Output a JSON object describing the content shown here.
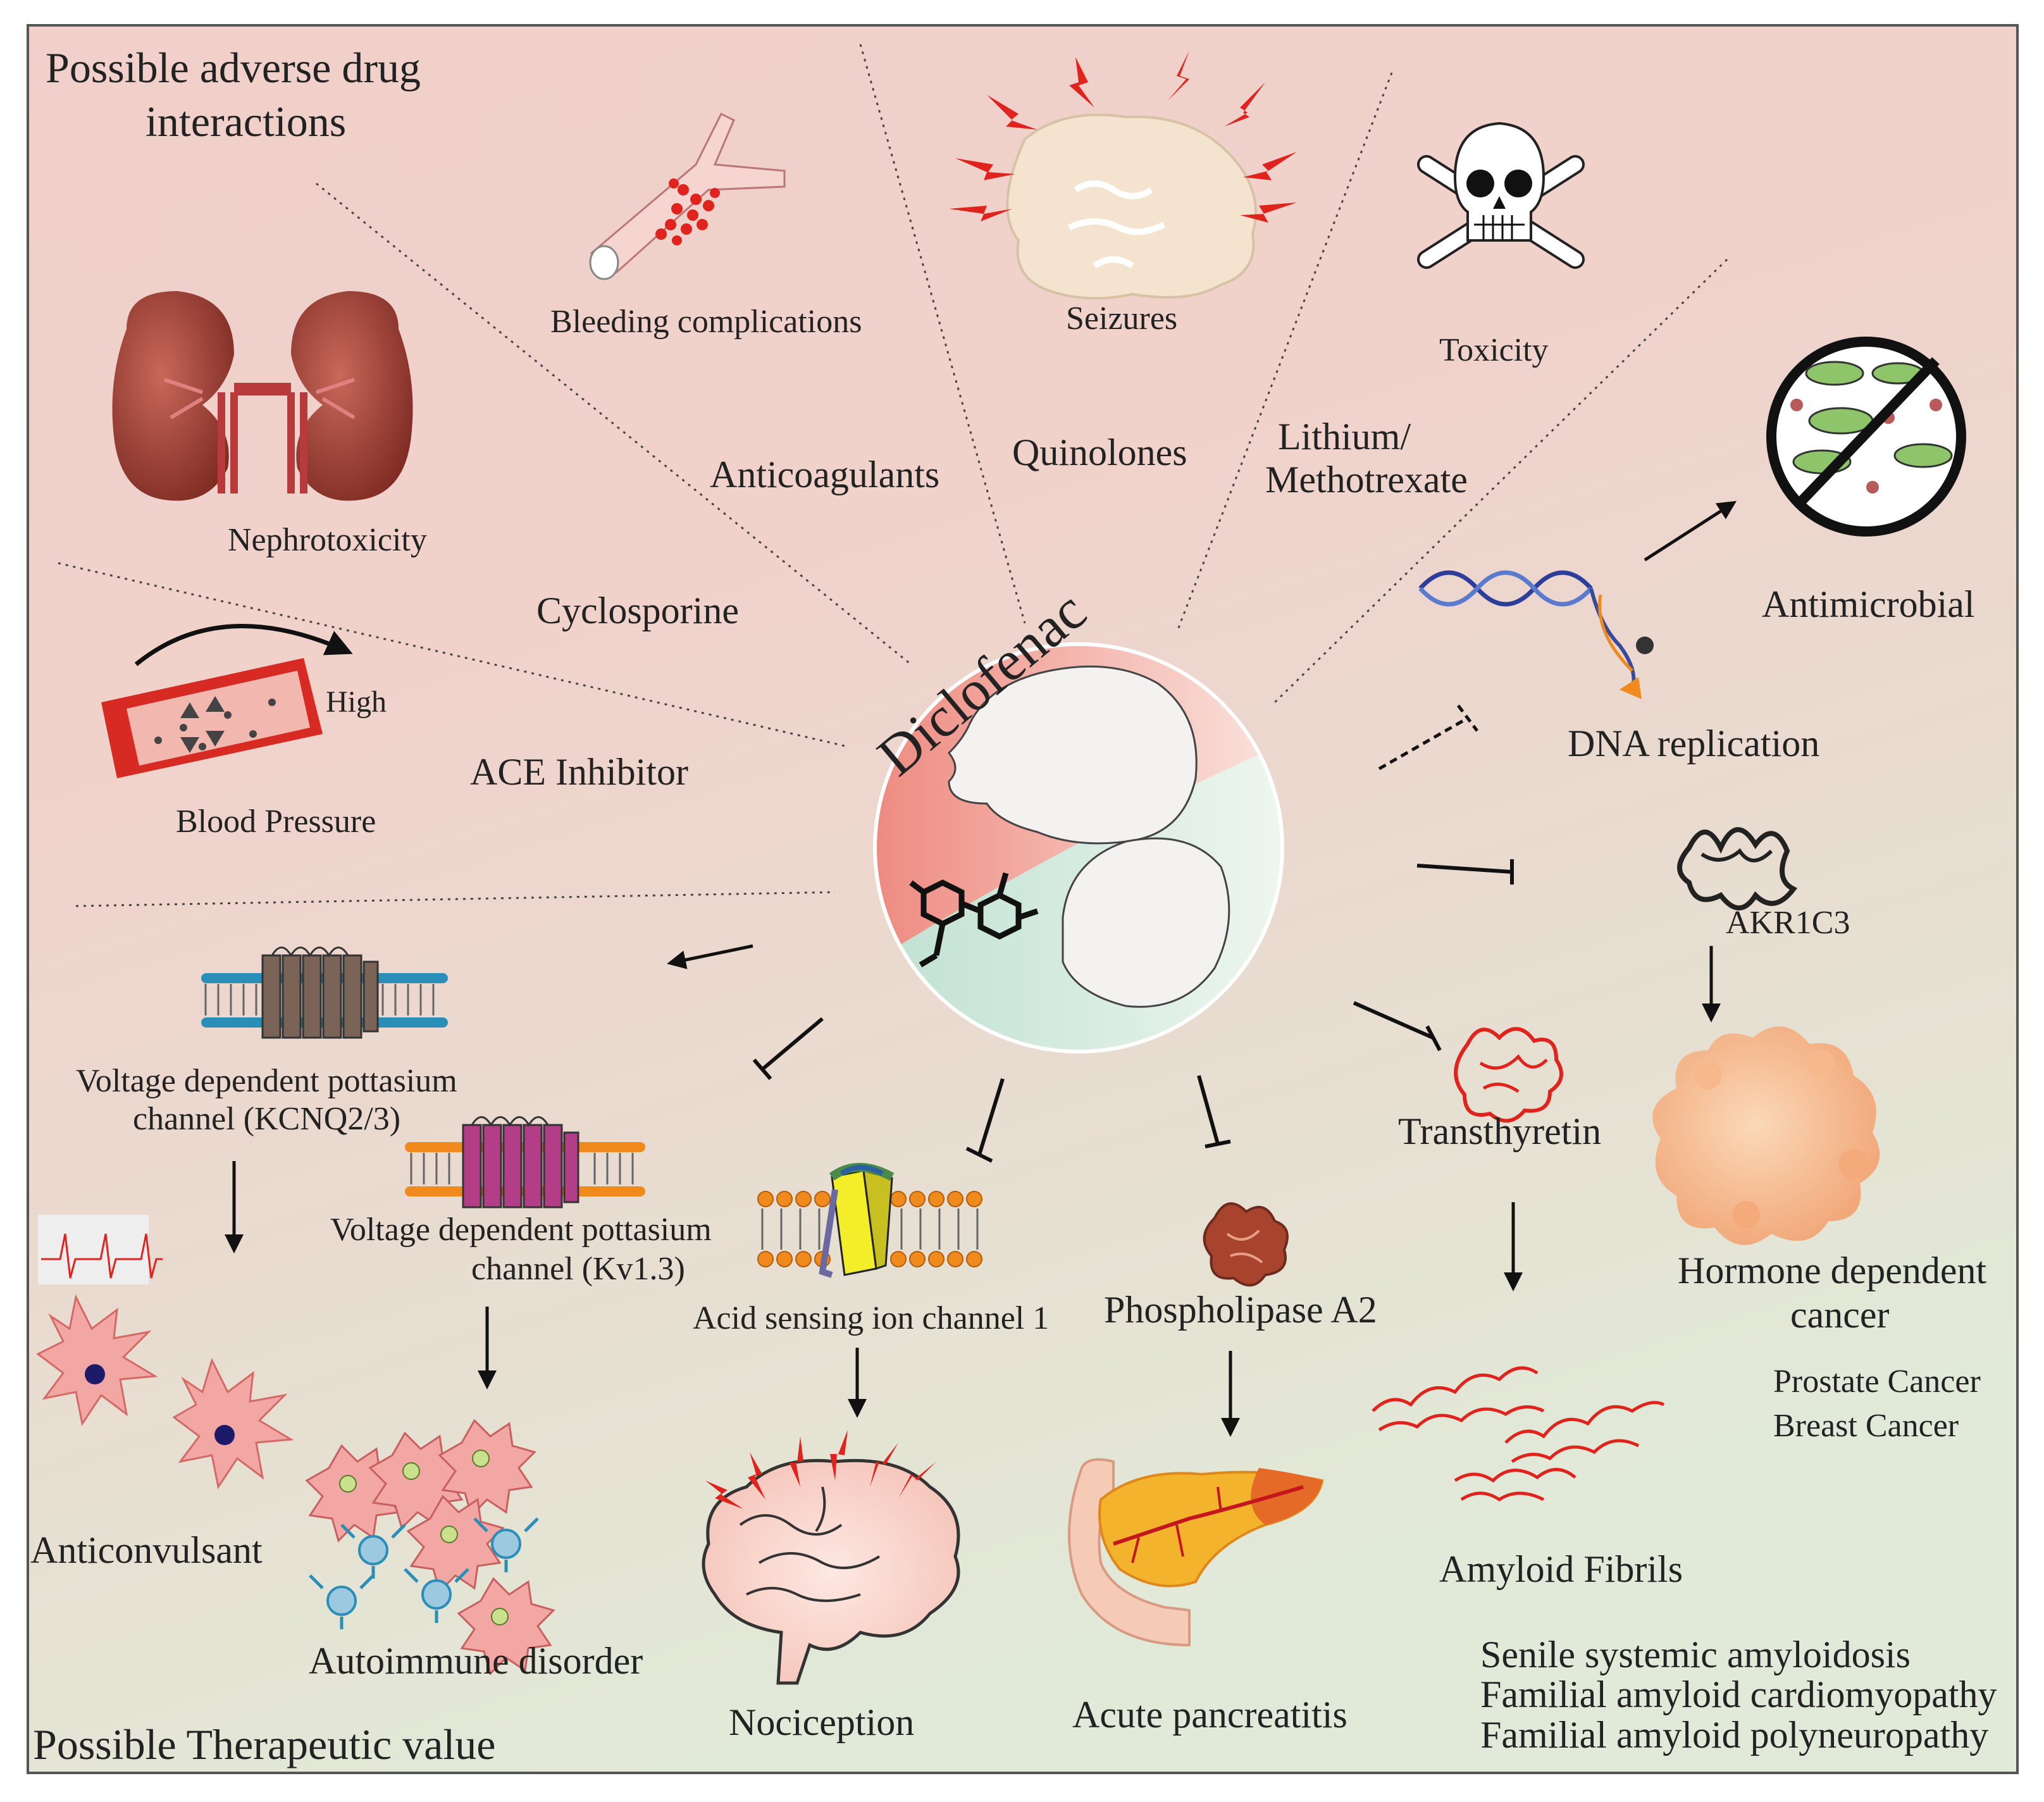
{
  "header": {
    "adverse_line1": "Possible adverse drug",
    "adverse_line2": "interactions",
    "therapeutic": "Possible Therapeutic value"
  },
  "center": {
    "title": "Diclofenac"
  },
  "adverse": {
    "bleeding": "Bleeding complications",
    "seizures": "Seizures",
    "toxicity": "Toxicity",
    "nephrotoxicity": "Nephrotoxicity",
    "anticoagulants": "Anticoagulants",
    "quinolones": "Quinolones",
    "lithium_line1": "Lithium/",
    "lithium_line2": "Methotrexate",
    "cyclosporine": "Cyclosporine",
    "high": "High",
    "ace_inhibitor": "ACE Inhibitor",
    "blood_pressure": "Blood Pressure"
  },
  "therapeutic": {
    "antimicrobial": "Antimicrobial",
    "dna_replication": "DNA replication",
    "akr1c3": "AKR1C3",
    "hormone_line1": "Hormone dependent",
    "hormone_line2": "cancer",
    "prostate": "Prostate Cancer",
    "breast": "Breast Cancer",
    "kcnq_line1": "Voltage dependent pottasium",
    "kcnq_line2": "channel (KCNQ2/3)",
    "kv_line1": "Voltage dependent pottasium",
    "kv_line2": "channel (Kv1.3)",
    "asic": "Acid sensing ion channel 1",
    "pla2": "Phospholipase A2",
    "transthyretin": "Transthyretin",
    "anticonvulsant": "Anticonvulsant",
    "autoimmune": "Autoimmune disorder",
    "nociception": "Nociception",
    "pancreatitis": "Acute pancreatitis",
    "amyloid": "Amyloid Fibrils",
    "senile": "Senile systemic amyloidosis",
    "fac": "Familial amyloid cardiomyopathy",
    "fap": "Familial amyloid polyneuropathy"
  },
  "colors": {
    "top_bg": "#f1cfca",
    "bottom_bg": "#e3ead9",
    "red": "#e0231c",
    "kidney": "#9b3a30",
    "membrane_blue": "#2a8fb8",
    "membrane_orange": "#f08a1c",
    "channel_brown": "#7a6458",
    "channel_magenta": "#b33d86"
  }
}
